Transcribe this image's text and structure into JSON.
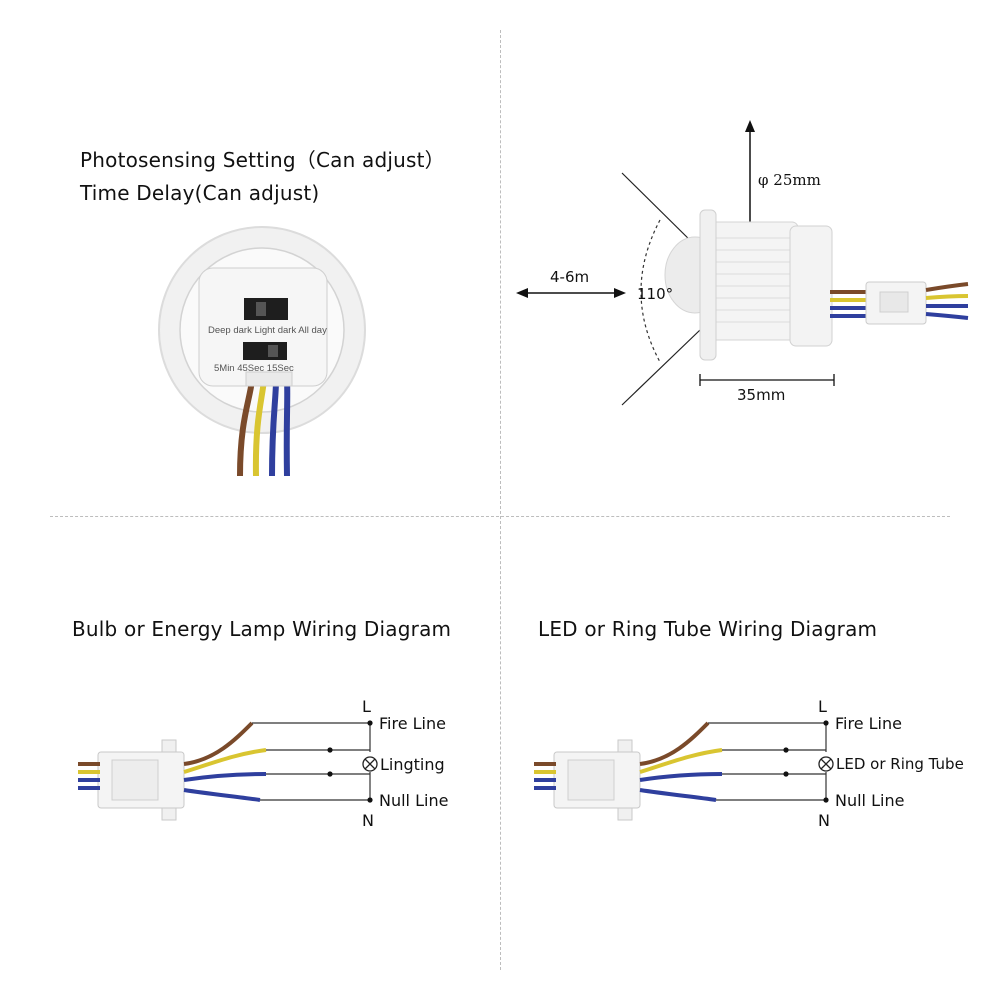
{
  "top_left": {
    "line1": "Photosensing Setting（Can adjust）",
    "line2": "Time Delay(Can adjust)",
    "photo_label": "Deep dark Light dark All day",
    "time_label": "5Min 45Sec 15Sec"
  },
  "top_right": {
    "diameter": "φ 25mm",
    "range": "4-6m",
    "angle": "110°",
    "length": "35mm"
  },
  "bottom_left": {
    "title": "Bulb or Energy Lamp Wiring Diagram",
    "L": "L",
    "N": "N",
    "fire": "Fire Line",
    "load": "Lingting",
    "null": "Null Line"
  },
  "bottom_right": {
    "title": "LED or Ring Tube Wiring Diagram",
    "L": "L",
    "N": "N",
    "fire": "Fire Line",
    "load": "LED or Ring Tube",
    "null": "Null Line"
  },
  "colors": {
    "brown": "#7a4a2a",
    "yellow": "#d9c531",
    "blue": "#2f3f9e",
    "line": "#333333"
  }
}
